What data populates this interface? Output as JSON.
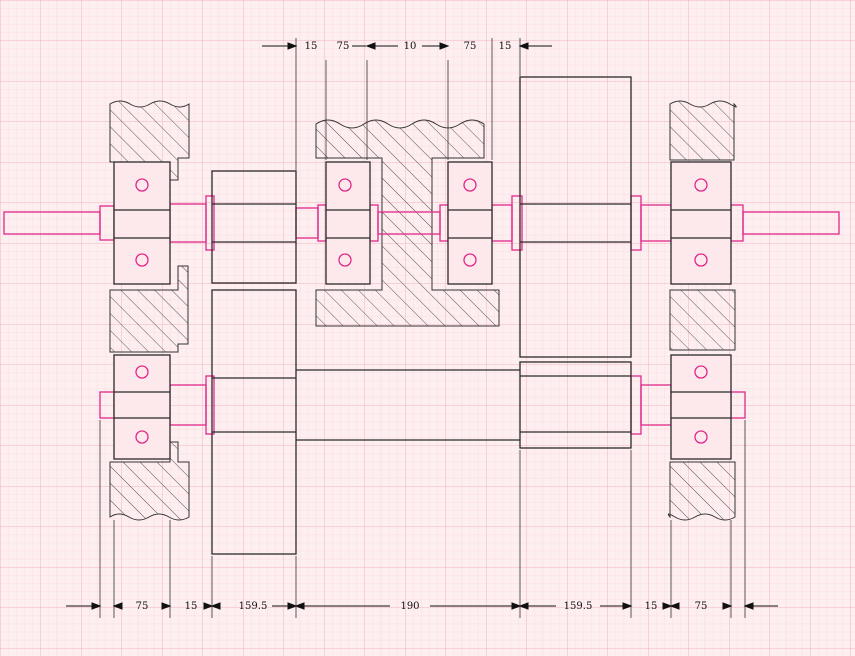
{
  "colors": {
    "background": "#fdeef0",
    "grid": "#f4b8c4",
    "outline": "#2a2a2a",
    "shaft": "#e0288a",
    "hatch": "#555555"
  },
  "top_dimensions": [
    "15",
    "75",
    "10",
    "75",
    "15"
  ],
  "bottom_dimensions": [
    "75",
    "15",
    "159.5",
    "190",
    "159.5",
    "15",
    "75"
  ]
}
